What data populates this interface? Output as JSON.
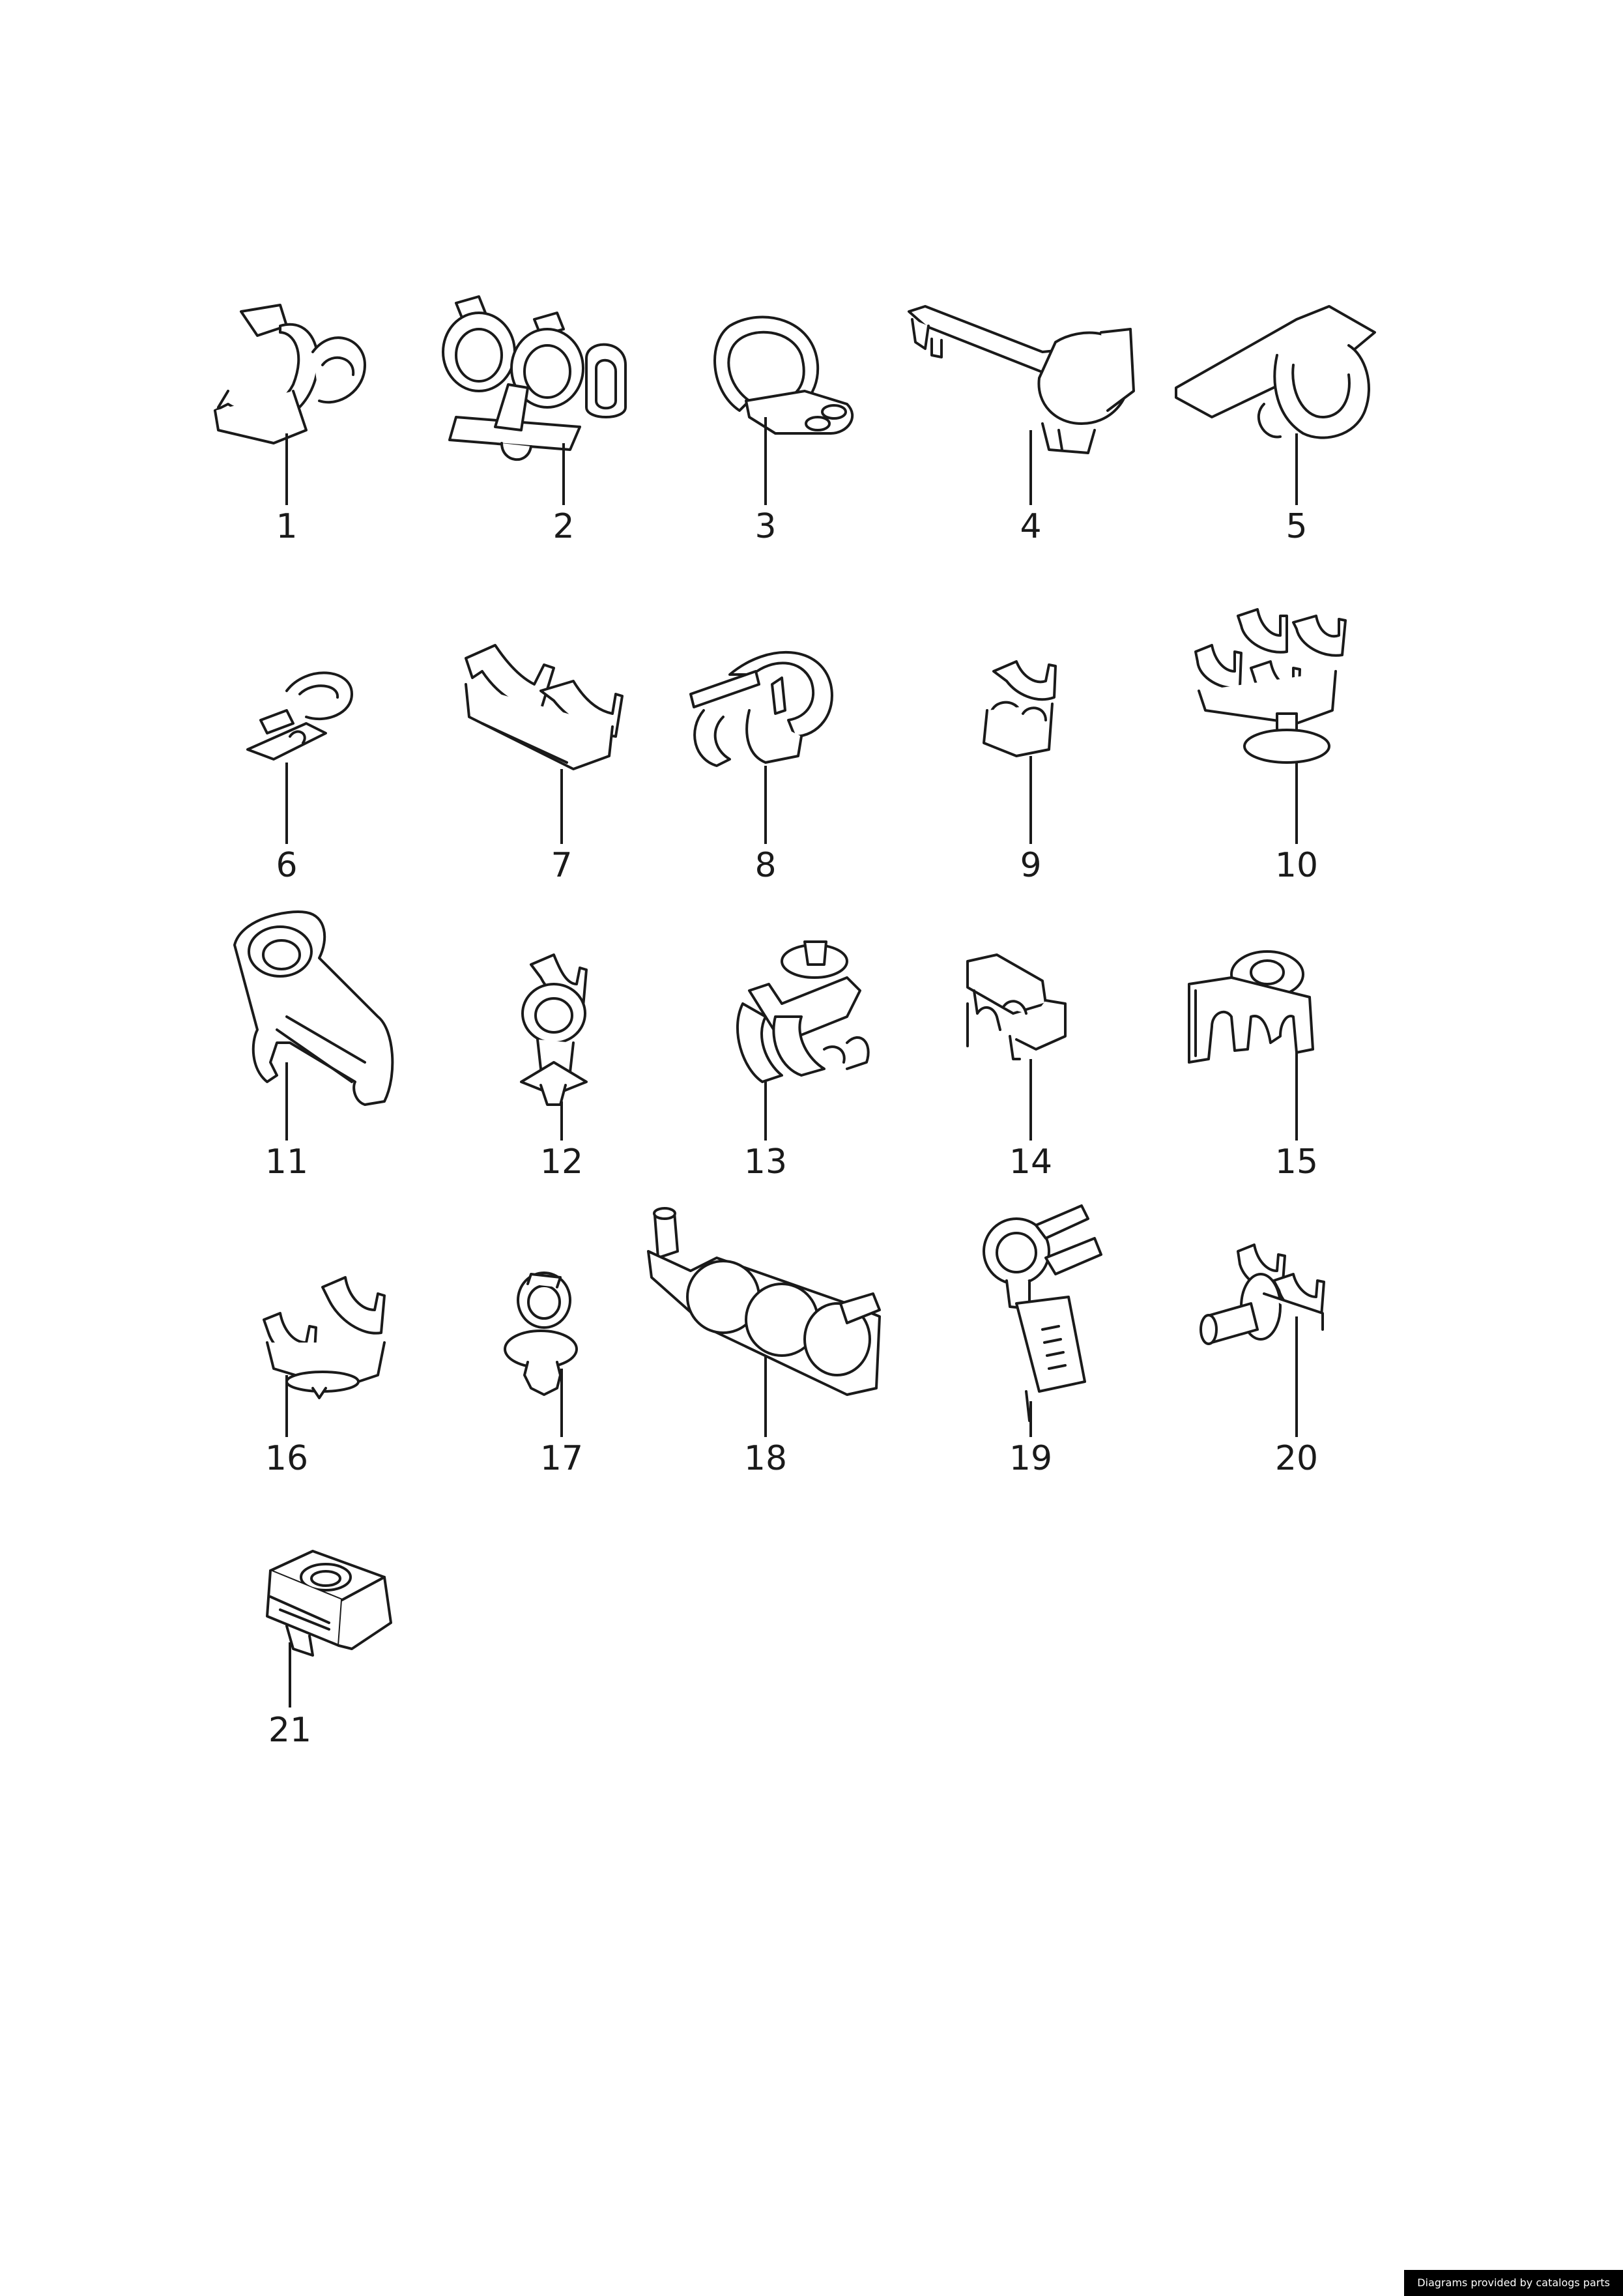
{
  "parts": [
    {
      "callout": "1",
      "icon": "dual-pipe-clip-icon"
    },
    {
      "callout": "2",
      "icon": "triple-hose-clip-with-base-icon"
    },
    {
      "callout": "3",
      "icon": "p-clamp-icon"
    },
    {
      "callout": "4",
      "icon": "pipe-holder-with-arm-icon"
    },
    {
      "callout": "5",
      "icon": "bracket-pipe-clip-icon"
    },
    {
      "callout": "6",
      "icon": "small-spring-clip-icon"
    },
    {
      "callout": "7",
      "icon": "twin-line-holder-icon"
    },
    {
      "callout": "8",
      "icon": "hinged-clamp-icon"
    },
    {
      "callout": "9",
      "icon": "small-double-clip-icon"
    },
    {
      "callout": "10",
      "icon": "multi-pipe-holder-on-stud-icon"
    },
    {
      "callout": "11",
      "icon": "loop-bracket-icon"
    },
    {
      "callout": "12",
      "icon": "clip-with-fir-tree-pin-icon"
    },
    {
      "callout": "13",
      "icon": "stud-mounted-clip-assembly-icon"
    },
    {
      "callout": "14",
      "icon": "edge-clip-icon"
    },
    {
      "callout": "15",
      "icon": "bracket-clip-with-grommet-icon"
    },
    {
      "callout": "16",
      "icon": "double-clip-on-plate-icon"
    },
    {
      "callout": "17",
      "icon": "clip-with-push-pin-icon"
    },
    {
      "callout": "18",
      "icon": "cable-bundle-holder-icon"
    },
    {
      "callout": "19",
      "icon": "clip-with-tie-strap-icon"
    },
    {
      "callout": "20",
      "icon": "clip-with-stud-mount-icon"
    },
    {
      "callout": "21",
      "icon": "cage-nut-icon"
    }
  ],
  "credit": "Diagrams provided by catalogs parts",
  "colors": {
    "ink": "#1a1a1a",
    "background": "#ffffff",
    "credit_bg": "#000000"
  }
}
